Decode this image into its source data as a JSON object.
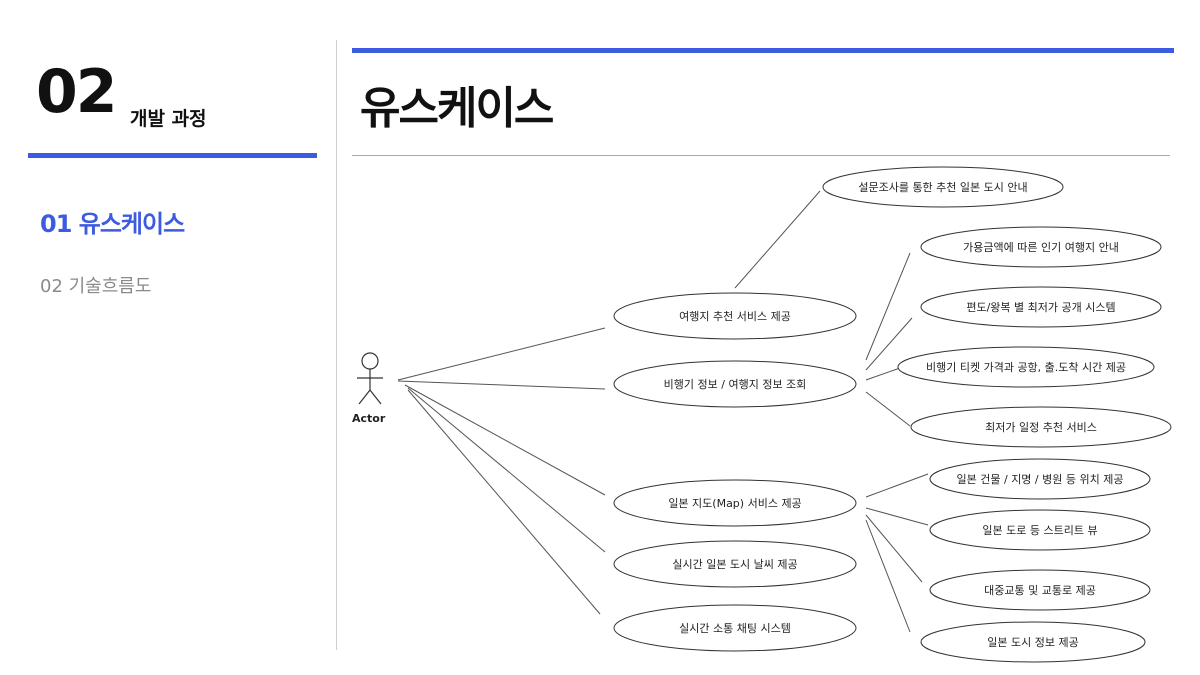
{
  "sidebar": {
    "section_number": "02",
    "section_title": "개발 과정",
    "items": [
      {
        "label": "01 유스케이스",
        "active": true
      },
      {
        "label": "02 기술흐름도",
        "active": false
      }
    ]
  },
  "main": {
    "title": "유스케이스"
  },
  "diagram": {
    "actor": "Actor",
    "use_cases": [
      "여행지 추천 서비스 제공",
      "비행기 정보 / 여행지 정보 조회",
      "일본 지도(Map) 서비스 제공",
      "실시간 일본 도시 날씨 제공",
      "실시간 소통 채팅 시스템"
    ],
    "sub_use_cases": [
      "설문조사를 통한 추천 일본 도시 안내",
      "가용금액에 따른 인기 여행지 안내",
      "편도/왕복 별 최저가 공개 시스템",
      "비행기 티켓 가격과 공항, 출.도착 시간 제공",
      "최저가 일정 추천 서비스",
      "일본 건물 / 지명 / 병원 등 위치 제공",
      "일본 도로 등 스트리트 뷰",
      "대중교통 및 교통로 제공",
      "일본 도시 정보 제공"
    ],
    "colors": {
      "line": "#555555",
      "accent": "#3d5be0"
    }
  }
}
